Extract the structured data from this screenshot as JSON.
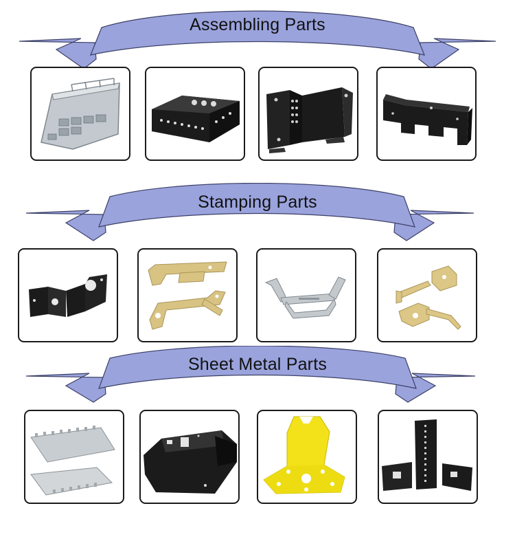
{
  "sections": [
    {
      "title": "Assembling Parts",
      "parts": [
        {
          "icon": "silver-chassis-tray-icon",
          "color": "#b9c0c6"
        },
        {
          "icon": "black-perforated-box-icon",
          "color": "#1b1b1b"
        },
        {
          "icon": "black-folded-bracket-icon",
          "color": "#1b1b1b"
        },
        {
          "icon": "black-notched-channel-icon",
          "color": "#1b1b1b"
        }
      ]
    },
    {
      "title": "Stamping Parts",
      "parts": [
        {
          "icon": "black-z-bracket-icon",
          "color": "#1b1b1b"
        },
        {
          "icon": "brass-stamped-clip-icon",
          "color": "#d8c383"
        },
        {
          "icon": "steel-u-strap-icon",
          "color": "#b7bcc0"
        },
        {
          "icon": "brass-hook-contact-icon",
          "color": "#dcc786"
        }
      ]
    },
    {
      "title": "Sheet Metal Parts",
      "parts": [
        {
          "icon": "silver-shield-cover-icon",
          "color": "#c4c9cd"
        },
        {
          "icon": "black-angled-housing-icon",
          "color": "#1b1b1b"
        },
        {
          "icon": "yellow-mounting-bracket-icon",
          "color": "#f2e21a"
        },
        {
          "icon": "black-rack-panel-set-icon",
          "color": "#1b1b1b"
        }
      ]
    }
  ],
  "colors": {
    "ribbon": "#9aa3dc",
    "ribbon_stroke": "#3b3f66",
    "card_border": "#1a1a1a"
  }
}
